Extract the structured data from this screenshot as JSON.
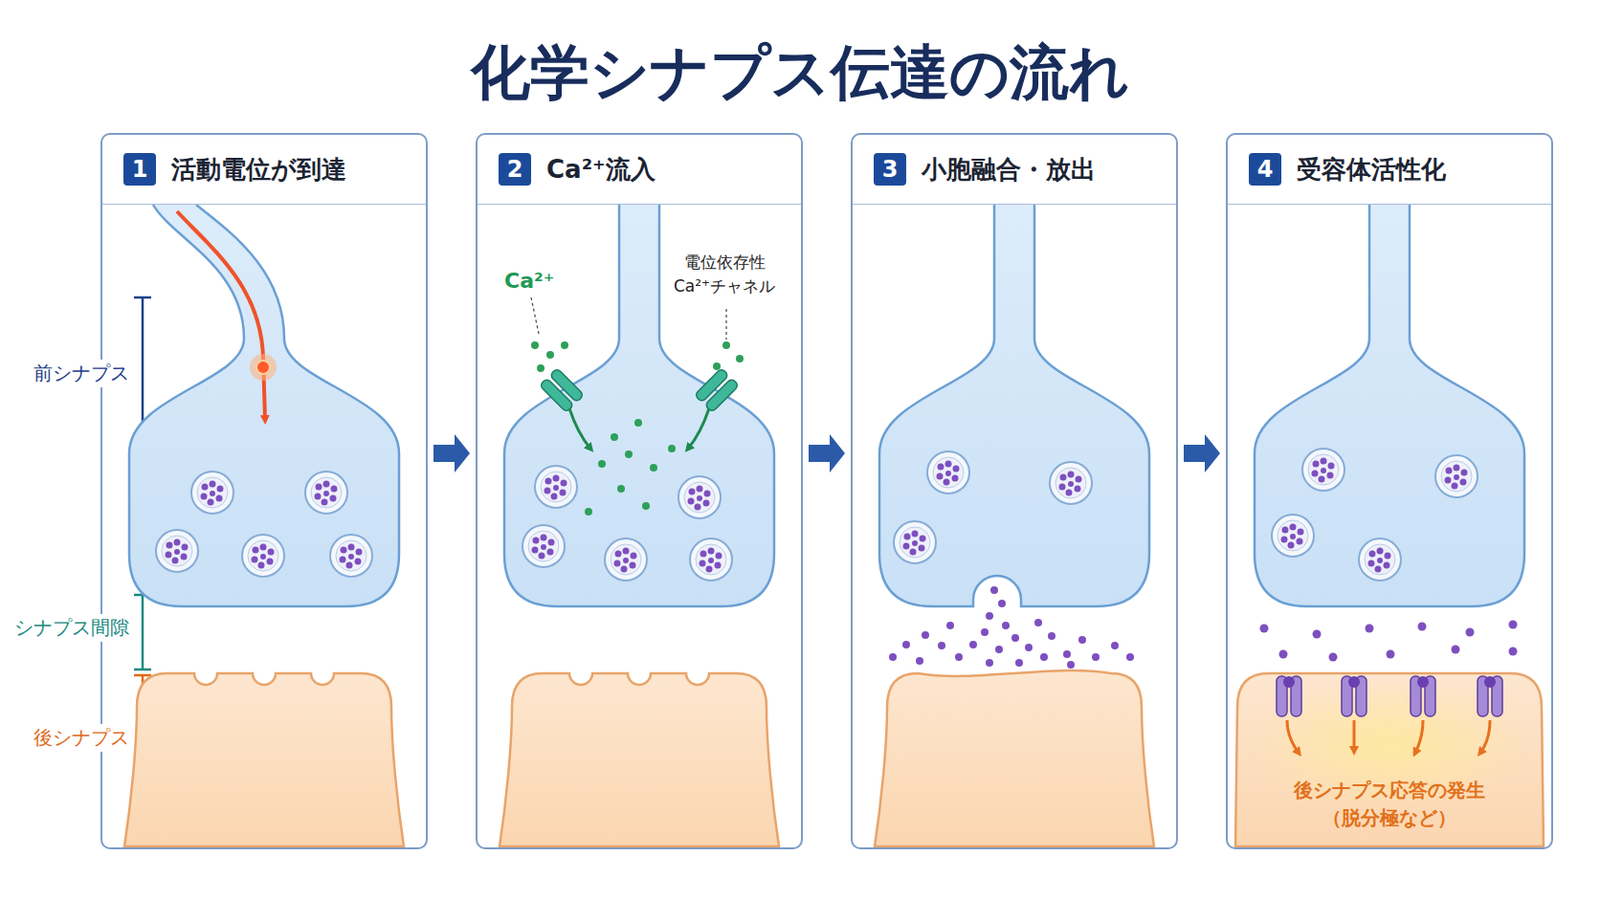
{
  "diagram": {
    "title": "化学シナプス伝達の流れ",
    "nodes": [
      {
        "text": [
          "1",
          "活動電位が到達"
        ]
      },
      {
        "text": [
          "2",
          "Ca²⁺流入"
        ]
      },
      {
        "text": [
          "3",
          "小胞融合・放出"
        ]
      },
      {
        "text": [
          "4",
          "受容体活性化"
        ]
      }
    ],
    "edges": [
      {
        "from": 0,
        "to": 1,
        "arrow": "to"
      },
      {
        "from": 1,
        "to": 2,
        "arrow": "to"
      },
      {
        "from": 2,
        "to": 3,
        "arrow": "to"
      }
    ],
    "labels": [
      "前シナプス",
      "シナプス間隙",
      "後シナプス",
      "Ca²⁺",
      "電位依存性 Ca²⁺チャネル",
      "後シナプス応答の発生 （脱分極など）"
    ]
  }
}
